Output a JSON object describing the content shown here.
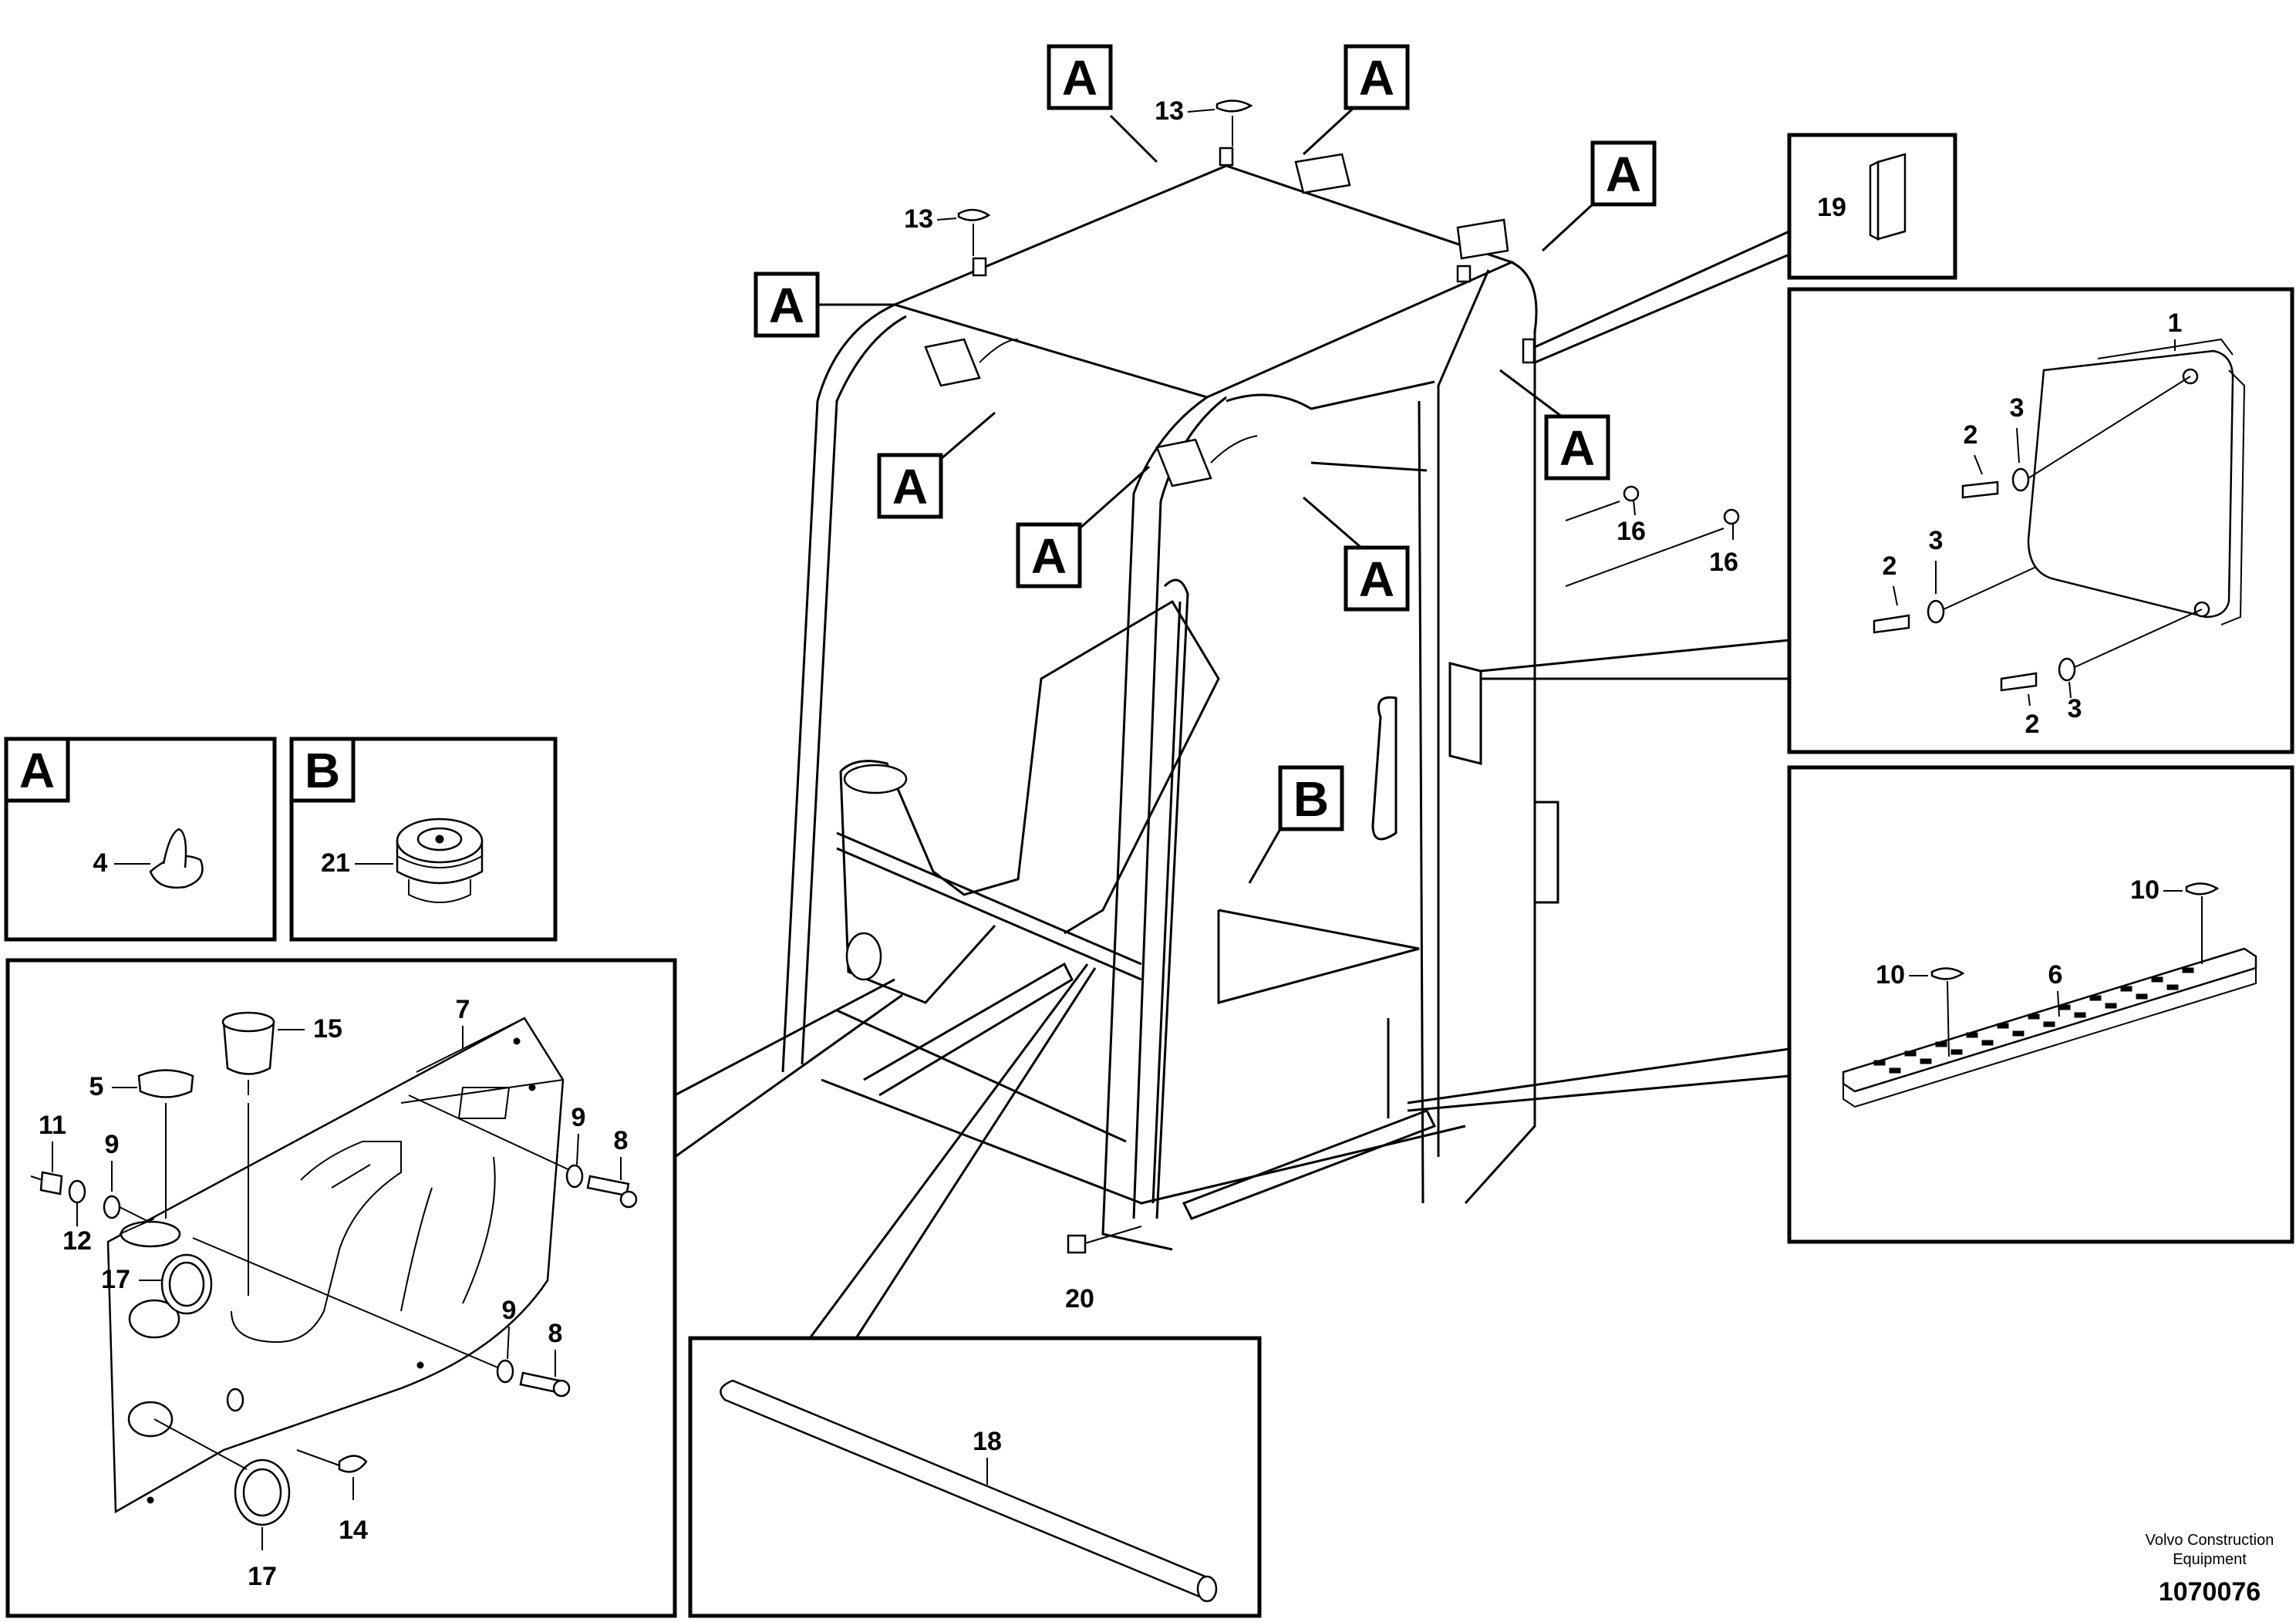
{
  "callouts": {
    "a": "A",
    "b": "B",
    "p1": "1",
    "p2": "2",
    "p3": "3",
    "p4": "4",
    "p5": "5",
    "p6": "6",
    "p7": "7",
    "p8": "8",
    "p9": "9",
    "p10": "10",
    "p11": "11",
    "p12": "12",
    "p13": "13",
    "p14": "14",
    "p15": "15",
    "p16": "16",
    "p17": "17",
    "p18": "18",
    "p19": "19",
    "p20": "20",
    "p21": "21"
  },
  "footer": {
    "brand_line1": "Volvo Construction",
    "brand_line2": "Equipment",
    "drawing_number": "1070076"
  }
}
